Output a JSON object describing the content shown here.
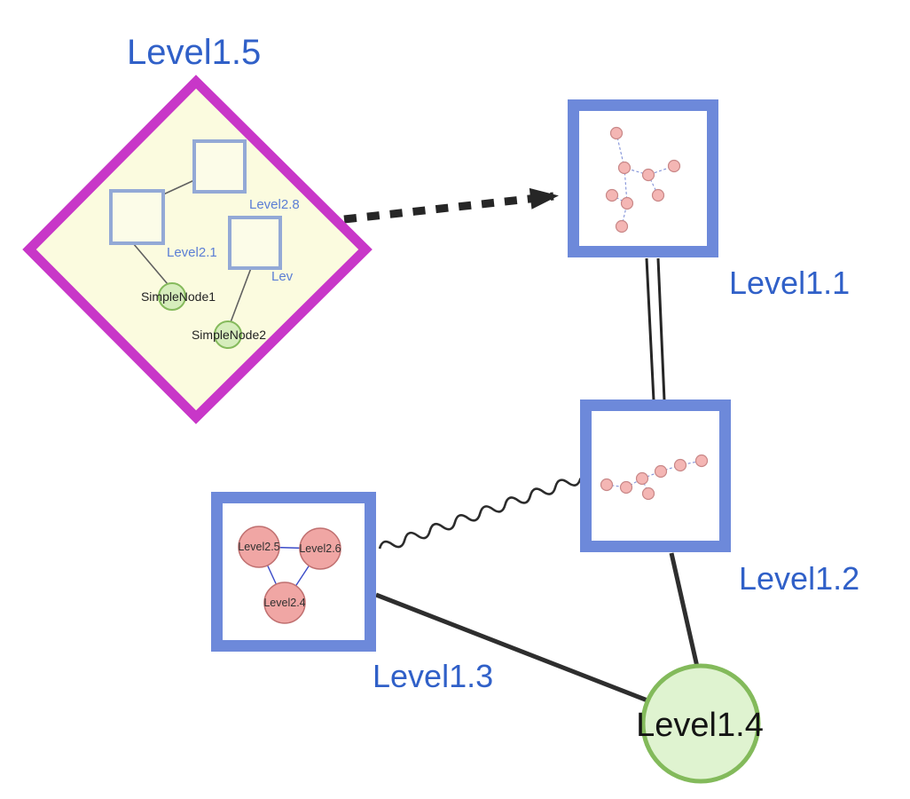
{
  "diagram": {
    "nodes": {
      "level15": {
        "label": "Level1.5",
        "shape": "diamond-group"
      },
      "level11": {
        "label": "Level1.1",
        "shape": "square-group"
      },
      "level12": {
        "label": "Level1.2",
        "shape": "square-group"
      },
      "level13": {
        "label": "Level1.3",
        "shape": "square-group"
      },
      "level14": {
        "label": "Level1.4",
        "shape": "circle"
      }
    },
    "level15_children": {
      "level28": {
        "label": "Level2.8"
      },
      "level21": {
        "label": "Level2.1"
      },
      "lev": {
        "label": "Lev"
      },
      "simple1": {
        "label": "SimpleNode1"
      },
      "simple2": {
        "label": "SimpleNode2"
      }
    },
    "level13_children": {
      "level25": {
        "label": "Level2.5"
      },
      "level26": {
        "label": "Level2.6"
      },
      "level24": {
        "label": "Level2.4"
      }
    },
    "edges": [
      {
        "from": "Level1.5",
        "to": "Level1.1",
        "style": "thick-dashed-arrow"
      },
      {
        "from": "Level1.1",
        "to": "Level1.2",
        "style": "double-line"
      },
      {
        "from": "Level1.3",
        "to": "Level1.2",
        "style": "wavy"
      },
      {
        "from": "Level1.3",
        "to": "Level1.4",
        "style": "solid"
      },
      {
        "from": "Level1.2",
        "to": "Level1.4",
        "style": "solid"
      }
    ],
    "colors": {
      "label_blue": "#3060c8",
      "child_label_blue": "#5b7ed5",
      "group_border_blue": "#6d89da",
      "diamond_magenta": "#c837c8",
      "diamond_fill": "#fbfbdf",
      "green_fill": "#d6edbc",
      "green_border": "#85ba5c",
      "pink_fill": "#f0a6a4",
      "pink_border": "#c07070",
      "edge_black": "#262626"
    }
  }
}
